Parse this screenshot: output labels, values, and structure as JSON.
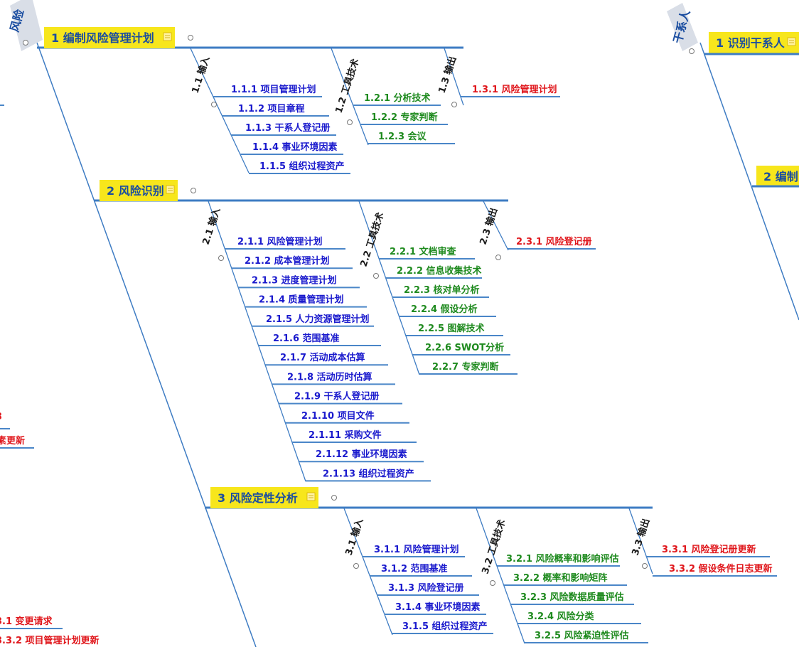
{
  "diagram": {
    "left_tag": "风险",
    "right_tag": "干系人",
    "right_top_header": "1 识别干系人",
    "right_mid_header": "2 编制",
    "left_cut_labels": [
      "素更新",
      "3.1 变更请求",
      "3.3.2 项目管理计划更新"
    ],
    "sections": [
      {
        "header": "1 编制风险管理计划",
        "groups": [
          {
            "title": "1.1 输入",
            "color": "blue",
            "items": [
              "1.1.1 项目管理计划",
              "1.1.2 项目章程",
              "1.1.3 干系人登记册",
              "1.1.4 事业环境因素",
              "1.1.5 组织过程资产"
            ]
          },
          {
            "title": "1.2 工具技术",
            "color": "green",
            "items": [
              "1.2.1 分析技术",
              "1.2.2 专家判断",
              "1.2.3 会议"
            ]
          },
          {
            "title": "1.3 输出",
            "color": "red",
            "items": [
              "1.3.1 风险管理计划"
            ]
          }
        ]
      },
      {
        "header": "2 风险识别",
        "groups": [
          {
            "title": "2.1 输入",
            "color": "blue",
            "items": [
              "2.1.1 风险管理计划",
              "2.1.2 成本管理计划",
              "2.1.3 进度管理计划",
              "2.1.4 质量管理计划",
              "2.1.5 人力资源管理计划",
              "2.1.6 范围基准",
              "2.1.7 活动成本估算",
              "2.1.8 活动历时估算",
              "2.1.9 干系人登记册",
              "2.1.10 项目文件",
              "2.1.11 采购文件",
              "2.1.12 事业环境因素",
              "2.1.13 组织过程资产"
            ]
          },
          {
            "title": "2.2 工具技术",
            "color": "green",
            "items": [
              "2.2.1 文档审查",
              "2.2.2 信息收集技术",
              "2.2.3 核对单分析",
              "2.2.4 假设分析",
              "2.2.5 图解技术",
              "2.2.6 SWOT分析",
              "2.2.7 专家判断"
            ]
          },
          {
            "title": "2.3 输出",
            "color": "red",
            "items": [
              "2.3.1 风险登记册"
            ]
          }
        ]
      },
      {
        "header": "3 风险定性分析",
        "groups": [
          {
            "title": "3.1 输入",
            "color": "blue",
            "items": [
              "3.1.1 风险管理计划",
              "3.1.2 范围基准",
              "3.1.3 风险登记册",
              "3.1.4 事业环境因素",
              "3.1.5 组织过程资产"
            ]
          },
          {
            "title": "3.2 工具技术",
            "color": "green",
            "items": [
              "3.2.1 风险概率和影响评估",
              "3.2.2 概率和影响矩阵",
              "3.2.3 风险数据质量评估",
              "3.2.4 风险分类",
              "3.2.5 风险紧迫性评估"
            ]
          },
          {
            "title": "3.3 输出",
            "color": "red",
            "items": [
              "3.3.1 风险登记册更新",
              "3.3.2 假设条件日志更新"
            ]
          }
        ]
      }
    ]
  }
}
